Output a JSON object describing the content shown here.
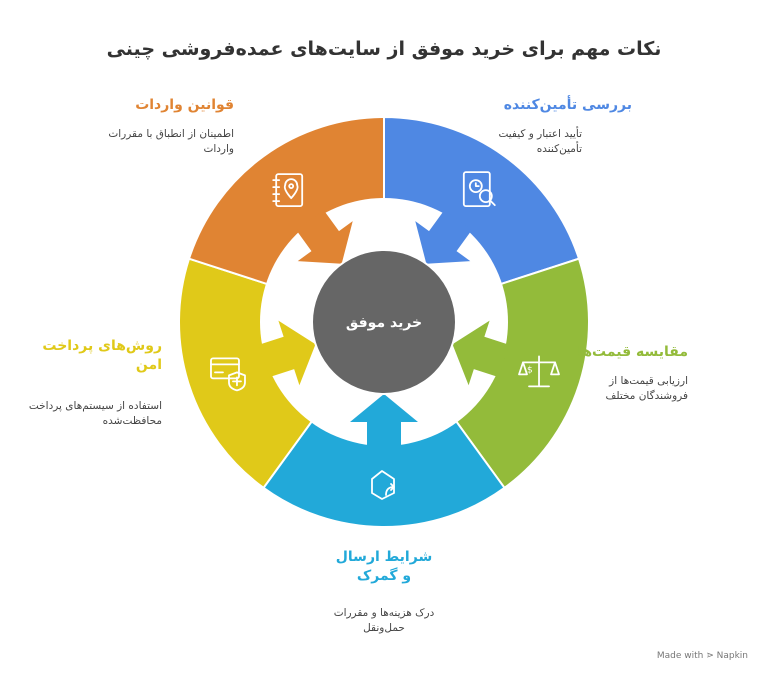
{
  "title": "نکات مهم برای خرید موفق از سایت‌های عمده‌فروشی چینی",
  "center": {
    "label": "خرید موفق",
    "color": "#666666"
  },
  "segments": [
    {
      "id": "supplier",
      "title": "بررسی تأمین‌کننده",
      "desc": "تأیید اعتبار و کیفیت تأمین‌کننده",
      "color": "#4F88E3",
      "icon": "document-search-icon"
    },
    {
      "id": "prices",
      "title": "مقایسه قیمت‌ها",
      "desc": "ارزیابی قیمت‌ها از فروشندگان مختلف",
      "color": "#93BB3A",
      "icon": "scale-price-icon"
    },
    {
      "id": "shipping",
      "title": "شرایط ارسال و گمرک",
      "desc": "درک هزینه‌ها و مقررات حمل‌ونقل",
      "color": "#22A9D9",
      "icon": "package-forward-icon"
    },
    {
      "id": "payment",
      "title": "روش‌های پرداخت امن",
      "desc": "استفاده از سیستم‌های پرداخت محافظت‌شده",
      "color": "#E0C919",
      "icon": "card-shield-icon"
    },
    {
      "id": "import",
      "title": "قوانین واردات",
      "desc": "اطمینان از انطباق با مقررات واردات",
      "color": "#E08433",
      "icon": "notebook-location-icon"
    }
  ],
  "footer": "Made with ⋗ Napkin"
}
